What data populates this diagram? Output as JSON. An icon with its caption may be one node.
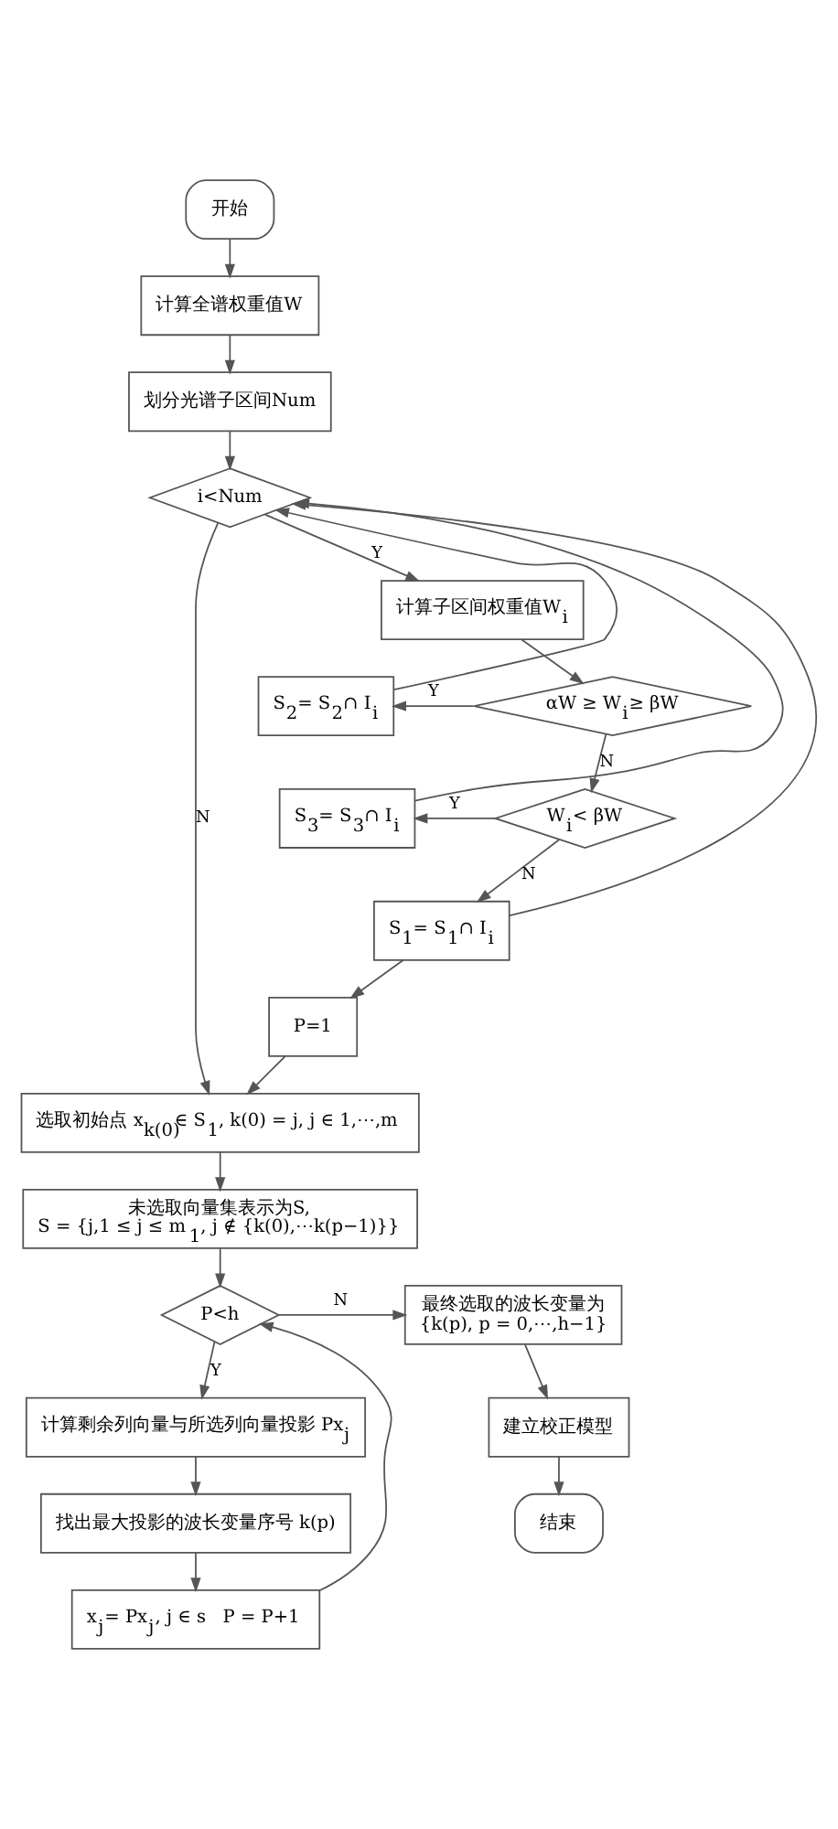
{
  "diagram": {
    "nodes": [
      {
        "text": [
          "开始"
        ]
      },
      {
        "text": [
          "计算全谱权重值W"
        ]
      },
      {
        "text": [
          "划分光谱子区间Num"
        ]
      },
      {
        "text": [
          "i<Num"
        ]
      },
      {
        "text": [
          "计算子区间权重值W$_{i}$"
        ]
      },
      {
        "text": [
          "αW ≥ W$_{i}$≥ βW"
        ]
      },
      {
        "text": [
          "S$_{2}$= S$_{2}$∩ I$_{i}$"
        ]
      },
      {
        "text": [
          "W$_{i}$< βW"
        ]
      },
      {
        "text": [
          "S$_{3}$= S$_{3}$∩ I$_{i}$"
        ]
      },
      {
        "text": [
          "S$_{1}$= S$_{1}$∩ I$_{i}$"
        ]
      },
      {
        "text": [
          "P=1"
        ]
      },
      {
        "text": [
          "选取初始点 x$_{k(0)}$∈ S$_{1}$, k(0) = j, j ∈ 1,⋯,m"
        ]
      },
      {
        "text": [
          "未选取向量集表示为S,",
          "S = {j,1 ≤ j ≤ m$_{1}$, j ∉ {k(0),⋯k(p−1)}}"
        ]
      },
      {
        "text": [
          "P<h"
        ]
      },
      {
        "text": [
          "最终选取的波长变量为",
          "{k(p), p = 0,⋯,h−1}"
        ]
      },
      {
        "text": [
          "计算剩余列向量与所选列向量投影 Px$_{j}$"
        ]
      },
      {
        "text": [
          "找出最大投影的波长变量序号 k(p)"
        ]
      },
      {
        "text": [
          "x$_{j}$= Px$_{j}$, j ∈ s   P = P+1"
        ]
      },
      {
        "text": [
          "建立校正模型"
        ]
      },
      {
        "text": [
          "结束"
        ]
      }
    ],
    "edges": [
      {
        "from": 0,
        "to": 1,
        "arrow": "to"
      },
      {
        "from": 1,
        "to": 2,
        "arrow": "to"
      },
      {
        "from": 2,
        "to": 3,
        "arrow": "to"
      },
      {
        "from": 3,
        "to": 4,
        "arrow": "to",
        "label": "Y"
      },
      {
        "from": 4,
        "to": 5,
        "arrow": "to"
      },
      {
        "from": 5,
        "to": 6,
        "arrow": "to",
        "label": "Y"
      },
      {
        "from": 6,
        "to": 3,
        "arrow": "to"
      },
      {
        "from": 5,
        "to": 7,
        "arrow": "to",
        "label": "N"
      },
      {
        "from": 7,
        "to": 8,
        "arrow": "to",
        "label": "Y"
      },
      {
        "from": 8,
        "to": 3,
        "arrow": "to"
      },
      {
        "from": 7,
        "to": 9,
        "arrow": "to",
        "label": "N"
      },
      {
        "from": 9,
        "to": 3,
        "arrow": "to"
      },
      {
        "from": 9,
        "to": 10,
        "arrow": "to"
      },
      {
        "from": 3,
        "to": 11,
        "arrow": "to",
        "label": "N"
      },
      {
        "from": 10,
        "to": 11,
        "arrow": "to"
      },
      {
        "from": 11,
        "to": 12,
        "arrow": "to"
      },
      {
        "from": 12,
        "to": 13,
        "arrow": "to"
      },
      {
        "from": 13,
        "to": 14,
        "arrow": "to",
        "label": "N"
      },
      {
        "from": 13,
        "to": 15,
        "arrow": "to",
        "label": "Y"
      },
      {
        "from": 15,
        "to": 16,
        "arrow": "to"
      },
      {
        "from": 16,
        "to": 17,
        "arrow": "to"
      },
      {
        "from": 17,
        "to": 13,
        "arrow": "to"
      },
      {
        "from": 14,
        "to": 18,
        "arrow": "to"
      },
      {
        "from": 18,
        "to": 19,
        "arrow": "to"
      }
    ]
  }
}
